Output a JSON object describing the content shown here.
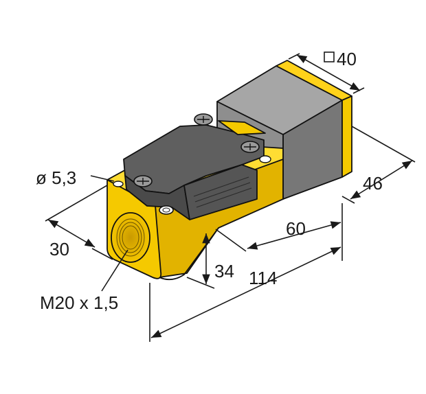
{
  "dimensions": {
    "square_size": "40",
    "depth_head": "46",
    "length_head": "60",
    "width_body": "30",
    "height": "34",
    "length_total": "114",
    "hole_diameter": "ø 5,3",
    "thread": "M20 x 1,5"
  },
  "colors": {
    "yellow_front": "#f5c900",
    "yellow_top": "#ffdd33",
    "yellow_side": "#e2b300",
    "gray_front": "#8c8c8c",
    "gray_top": "#a6a6a6",
    "gray_side": "#6e6e6e",
    "dark": "#111111"
  },
  "icons": {
    "square_symbol": "square-outline-icon",
    "screw": "phillips-screw-icon"
  }
}
